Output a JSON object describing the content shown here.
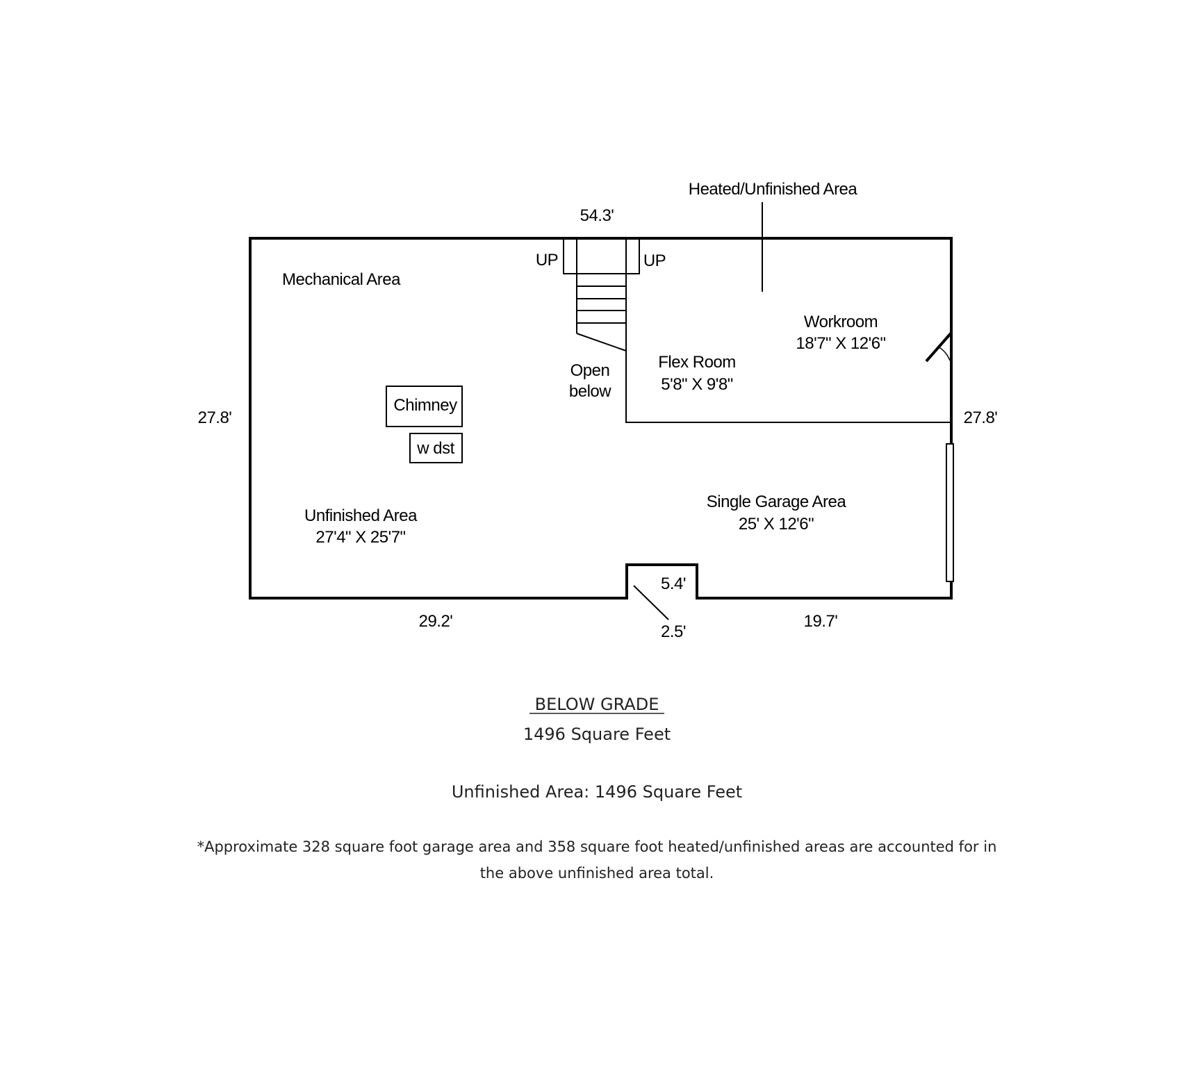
{
  "plan": {
    "heated_label": "Heated/Unfinished Area",
    "top_dim": "54.3'",
    "up_left": "UP",
    "up_right": "UP",
    "mechanical": "Mechanical Area",
    "workroom": {
      "name": "Workroom",
      "size": "18'7\" X 12'6\""
    },
    "flex": {
      "name": "Flex Room",
      "size": "5'8\" X 9'8\""
    },
    "open_below": [
      "Open",
      "below"
    ],
    "chimney": "Chimney",
    "wdst": "w dst",
    "left_dim": "27.8'",
    "right_dim": "27.8'",
    "unfinished": {
      "name": "Unfinished Area",
      "size": "27'4\" X 25'7\""
    },
    "garage": {
      "name": "Single Garage Area",
      "size": "25' X 12'6\""
    },
    "notch_dim": "5.4'",
    "bottom_left_dim": "29.2'",
    "entry_dim": "2.5'",
    "bottom_right_dim": "19.7'"
  },
  "footer": {
    "level": "BELOW GRADE",
    "total": "1496 Square Feet",
    "unfinished": "Unfinished Area: 1496 Square Feet",
    "note": [
      "*Approximate 328 square foot garage area and 358 square foot heated/unfinished areas are accounted for in",
      "the above unfinished area total."
    ]
  }
}
